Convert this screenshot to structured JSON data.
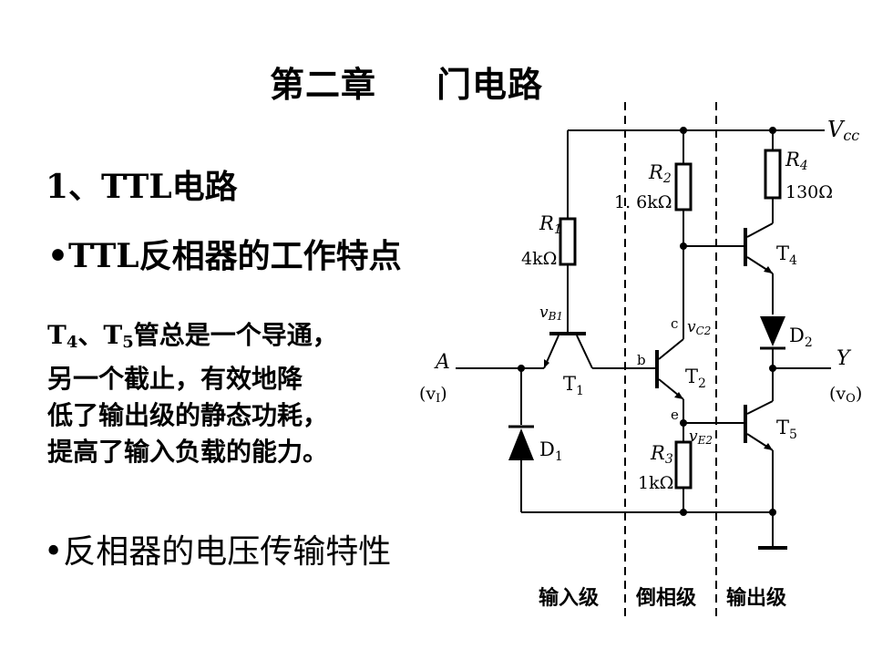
{
  "slide": {
    "title_left": "第二章",
    "title_right": "门电路",
    "section": "1、TTL电路",
    "bullet1": "•TTL反相器的工作特点",
    "para": {
      "t4": "T",
      "t4_sub": "4",
      "sep": "、",
      "t5": "T",
      "t5_sub": "5",
      "line1_rest": "管总是一个导通，",
      "line2": "另一个截止，有效地降",
      "line3": "低了输出级的静态功耗，",
      "line4": "提高了输入负载的能力。"
    },
    "bullet2": "•反相器的电压传输特性"
  },
  "circuit": {
    "vcc": "V",
    "vcc_sub": "cc",
    "r1_name": "R",
    "r1_sub": "1",
    "r1_value": "4kΩ",
    "r2_name": "R",
    "r2_sub": "2",
    "r2_value": "1. 6kΩ",
    "r3_name": "R",
    "r3_sub": "3",
    "r3_value": "1kΩ",
    "r4_name": "R",
    "r4_sub": "4",
    "r4_value": "130Ω",
    "vb1": "v",
    "vb1_sub": "B1",
    "vc2": "v",
    "vc2_sub": "C2",
    "ve2": "v",
    "ve2_sub": "E2",
    "c_label": "c",
    "b_label": "b",
    "e_label": "e",
    "t1": "T",
    "t1_sub": "1",
    "t2": "T",
    "t2_sub": "2",
    "t4": "T",
    "t4_sub": "4",
    "t5": "T",
    "t5_sub": "5",
    "d1": "D",
    "d1_sub": "1",
    "d2": "D",
    "d2_sub": "2",
    "input_a": "A",
    "input_vi": "(v",
    "input_vi_sub": "I",
    "input_vi_end": ")",
    "output_y": "Y",
    "output_vo": "(v",
    "output_vo_sub": "O",
    "output_vo_end": ")",
    "stage_input": "输入级",
    "stage_invert": "倒相级",
    "stage_output": "输出级"
  }
}
